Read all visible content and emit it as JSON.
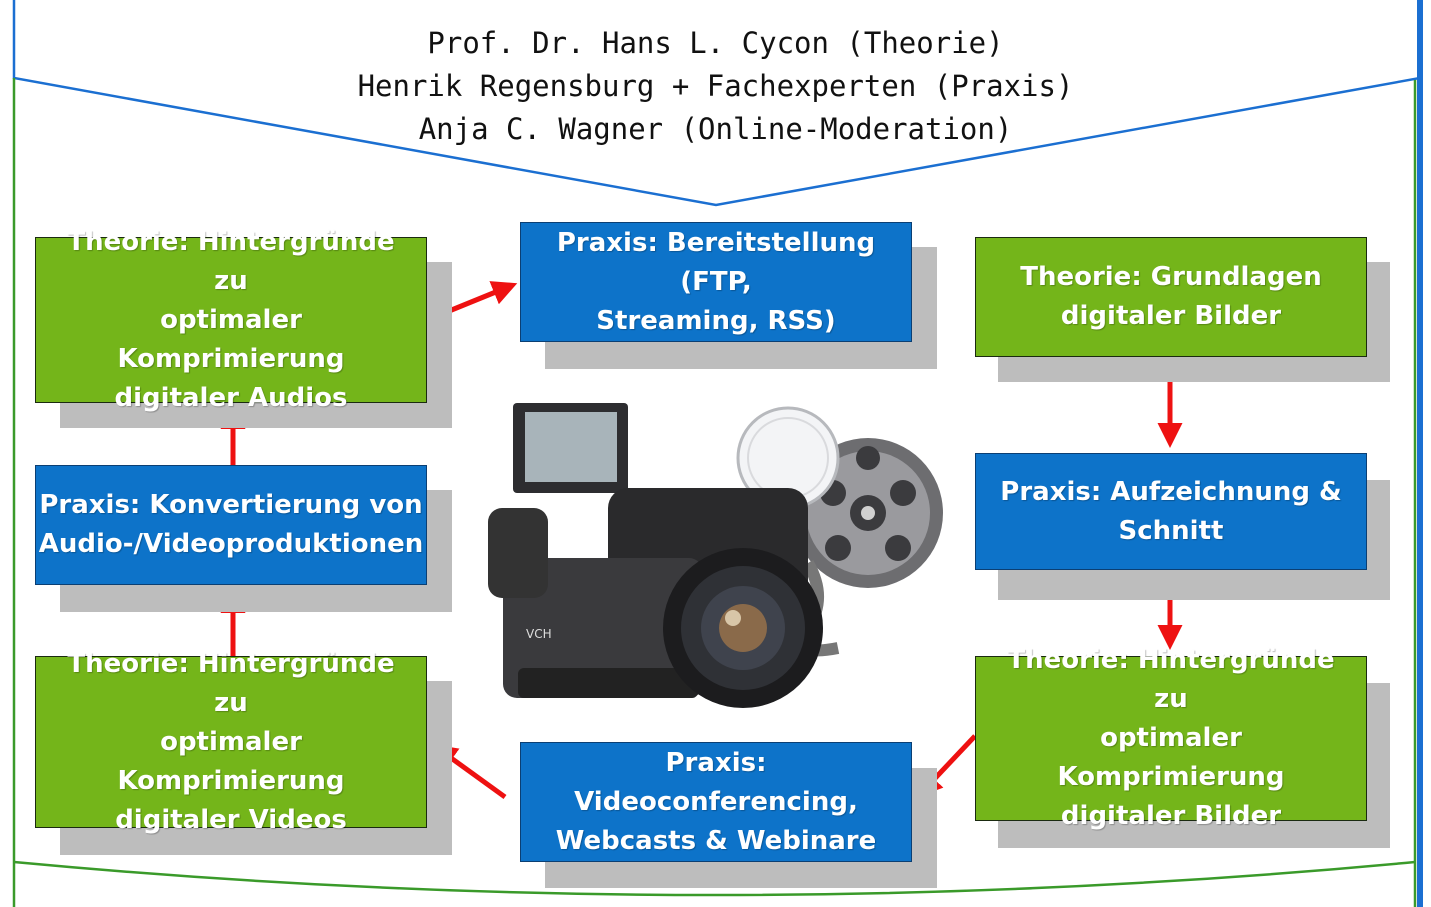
{
  "header": {
    "line1": "Prof. Dr. Hans L. Cycon (Theorie)",
    "line2": "Henrik Regensburg + Fachexperten (Praxis)",
    "line3": "Anja C. Wagner (Online-Moderation)"
  },
  "nodes": {
    "theory_audio": {
      "line1": "Theorie: Hintergründe zu",
      "line2": "optimaler Komprimierung",
      "line3": "digitaler Audios"
    },
    "practice_distribution": {
      "line1": "Praxis: Bereitstellung (FTP,",
      "line2": "Streaming, RSS)"
    },
    "theory_images": {
      "line1": "Theorie: Grundlagen",
      "line2": "digitaler Bilder"
    },
    "practice_conversion": {
      "line1": "Praxis: Konvertierung von",
      "line2": "Audio-/Videoproduktionen"
    },
    "practice_recording": {
      "line1": "Praxis: Aufzeichnung &",
      "line2": "Schnitt"
    },
    "theory_video": {
      "line1": "Theorie: Hintergründe zu",
      "line2": "optimaler Komprimierung",
      "line3": "digitaler Videos"
    },
    "practice_conferencing": {
      "line1": "Praxis: Videoconferencing,",
      "line2": "Webcasts & Webinare"
    },
    "theory_image_compression": {
      "line1": "Theorie: Hintergründe zu",
      "line2": "optimaler Komprimierung",
      "line3": "digitaler Bilder"
    }
  },
  "colors": {
    "theory": "#74b51a",
    "practice": "#0d73c9",
    "arrow": "#ee1111",
    "frame_top": "#1b6fd1",
    "frame_green": "#3a9a2a",
    "shadow": "#bdbdbd"
  },
  "camera": {
    "logo_text": "VCH"
  }
}
